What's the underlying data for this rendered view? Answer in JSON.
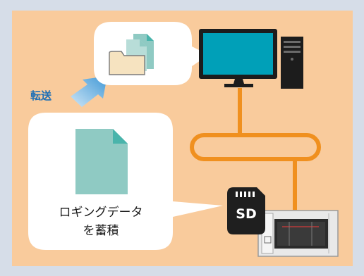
{
  "diagram": {
    "transfer_label": "転送",
    "logging_label_line1": "ロギングデータ",
    "logging_label_line2": "を蓄積",
    "sd_label": "SD"
  },
  "colors": {
    "frame": "#d6dde8",
    "background": "#f9cb9c",
    "bubble": "#ffffff",
    "cable": "#f0901f",
    "document": "#8fcac3",
    "document_fold": "#49b4ab",
    "folder": "#f6e3c0",
    "monitor_screen": "#00a0b8",
    "monitor_frame": "#1c1c1c",
    "arrow": "#4a9fd8",
    "transfer_text": "#1e6fb6",
    "sd_card": "#1f1f1f",
    "plc_body": "#e9e9e9"
  },
  "icons": [
    "folder-icon",
    "document-icon",
    "monitor-icon",
    "tower-pc-icon",
    "sd-card-icon",
    "plc-unit-icon"
  ]
}
